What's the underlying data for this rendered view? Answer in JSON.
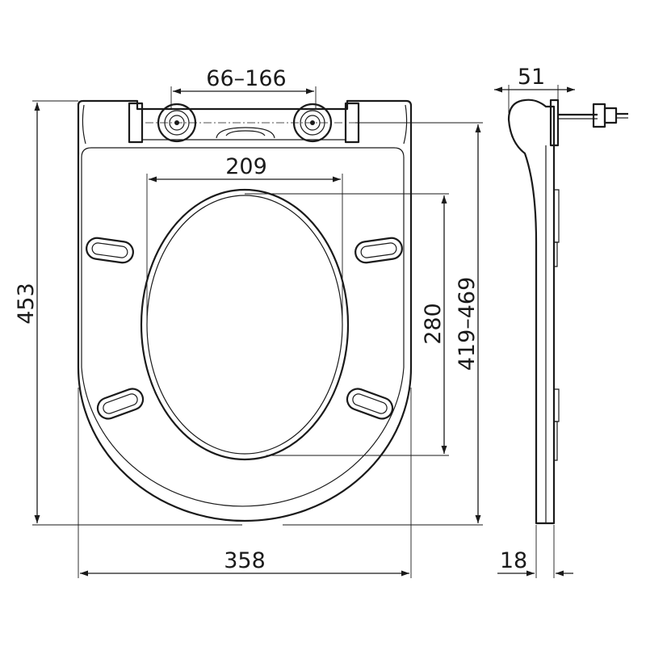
{
  "dimensions": {
    "hinge_spacing": "66–166",
    "inner_width": "209",
    "overall_length": "453",
    "opening_length": "280",
    "fixing_length": "419–469",
    "overall_width": "358",
    "side_depth": "51",
    "thickness": "18"
  },
  "colors": {
    "line": "#1a1a1a",
    "background": "#ffffff"
  }
}
